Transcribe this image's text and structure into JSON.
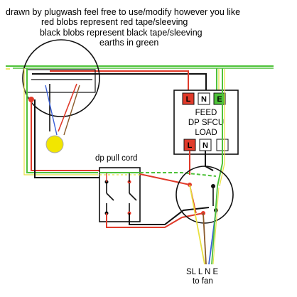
{
  "notes": {
    "line1": "drawn by plugwash feel free to use/modify however you like",
    "line2": "red blobs represent red tape/sleeving",
    "line3": "black blobs represent black tape/sleeving",
    "line4": "earths in green"
  },
  "fcu": {
    "top_terminals": [
      "L",
      "N",
      "E"
    ],
    "label_line1": "FEED",
    "label_line2": "DP SFCU",
    "label_line3": "LOAD",
    "bottom_terminals": [
      "L",
      "N"
    ]
  },
  "pull_cord_label": "dp pull cord",
  "fan": {
    "terminals_label": "SL L N E",
    "caption": "to fan"
  },
  "colors": {
    "live": "#e03a2a",
    "neutral": "#111111",
    "earth": "#4ec23a",
    "earth_stripe": "#e8e040",
    "lamp": "#f2e600",
    "blue": "#3a60d8"
  },
  "icons": [
    "ceiling-rose-icon",
    "lamp-icon",
    "fused-spur-icon",
    "pull-cord-switch-icon",
    "junction-box-icon"
  ]
}
